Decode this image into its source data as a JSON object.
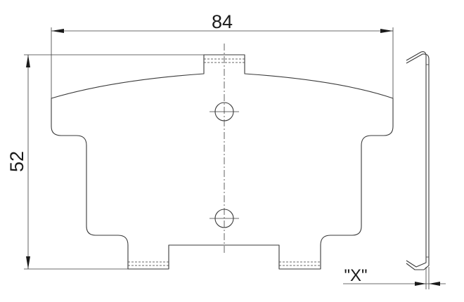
{
  "drawing": {
    "width_dimension": "84",
    "height_dimension": "52",
    "detail_label": "\"X\""
  }
}
